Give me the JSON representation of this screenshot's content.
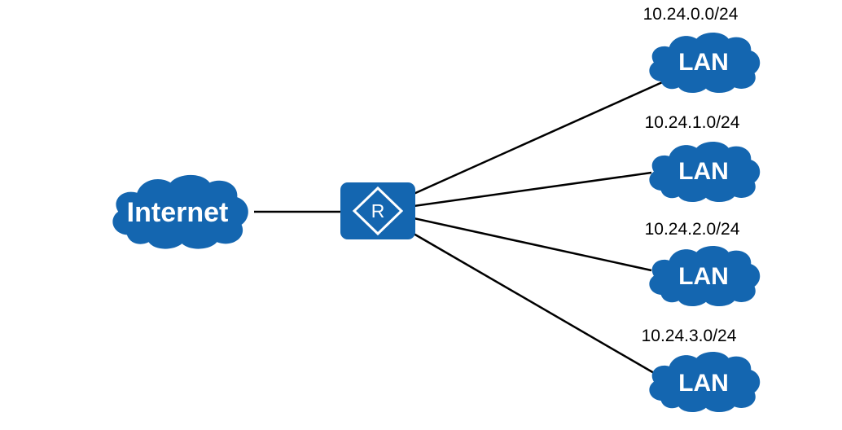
{
  "colors": {
    "node_fill": "#1466b0",
    "link": "#000000",
    "text_on_node": "#ffffff",
    "label": "#000000"
  },
  "internet": {
    "label": "Internet",
    "icon": "cloud-icon"
  },
  "router": {
    "letter": "R",
    "icon": "router-icon"
  },
  "lans": [
    {
      "label": "LAN",
      "subnet": "10.24.0.0/24",
      "icon": "cloud-icon"
    },
    {
      "label": "LAN",
      "subnet": "10.24.1.0/24",
      "icon": "cloud-icon"
    },
    {
      "label": "LAN",
      "subnet": "10.24.2.0/24",
      "icon": "cloud-icon"
    },
    {
      "label": "LAN",
      "subnet": "10.24.3.0/24",
      "icon": "cloud-icon"
    }
  ]
}
